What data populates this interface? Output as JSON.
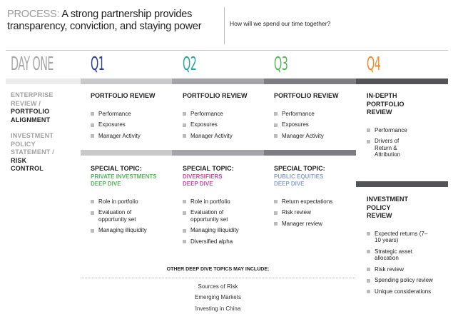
{
  "header": {
    "prefix": "PROCESS:",
    "title_line1": "A strong partnership provides",
    "title_line2": "transparency, conviction, and staying power",
    "question": "How will we spend our time together?"
  },
  "colors": {
    "day_one": "#a6a6a6",
    "q1": "#2a3f8f",
    "q2": "#2aa59a",
    "q3": "#5cb35f",
    "q4": "#ef8a2e",
    "private": "#5cb35f",
    "diversifiers": "#c44d9e",
    "public": "#8ba6cf"
  },
  "quarters": [
    "DAY ONE",
    "Q1",
    "Q2",
    "Q3",
    "Q4"
  ],
  "day_one": {
    "line1a": "ENTERPRISE",
    "line1b": "REVIEW /",
    "line1c": "PORTFOLIO",
    "line1d": "ALIGNMENT",
    "line2a": "INVESTMENT",
    "line2b": "POLICY",
    "line2c": "STATEMENT /",
    "line2d": "RISK",
    "line2e": "CONTROL"
  },
  "review": {
    "heading": "PORTFOLIO REVIEW",
    "items": [
      "Performance",
      "Exposures",
      "Manager Activity"
    ]
  },
  "special": {
    "label": "SPECIAL TOPIC:",
    "q1": {
      "l1": "PRIVATE INVESTMENTS",
      "l2": "DEEP DIVE",
      "items": [
        "Role in portfolio",
        "Evaluation of opportunity set",
        "Managing illiquidity"
      ]
    },
    "q2": {
      "l1": "DIVERSIFIERS",
      "l2": "DEEP DIVE",
      "items": [
        "Role in portfolio",
        "Evaluation of opportunity set",
        "Managing illiquidity",
        "Diversified alpha"
      ]
    },
    "q3": {
      "l1": "PUBLIC EQUITIES",
      "l2": "DEEP DIVE",
      "items": [
        "Return expectations",
        "Risk review",
        "Manager review"
      ]
    }
  },
  "q4": {
    "indepth": {
      "l1": "IN-DEPTH",
      "l2": "PORTFOLIO",
      "l3": "REVIEW",
      "items": [
        "Performance",
        "Drivers of Return & Attribution"
      ]
    },
    "ipr": {
      "l1": "INVESTMENT",
      "l2": "POLICY",
      "l3": "REVIEW",
      "items": [
        "Expected returns (7–10 years)",
        "Strategic asset allocation",
        "Risk review",
        "Spending policy review",
        "Unique considerations"
      ]
    }
  },
  "other": {
    "heading": "OTHER DEEP DIVE TOPICS MAY INCLUDE:",
    "items": [
      "Sources of Risk",
      "Emerging Markets",
      "Investing in China"
    ]
  }
}
